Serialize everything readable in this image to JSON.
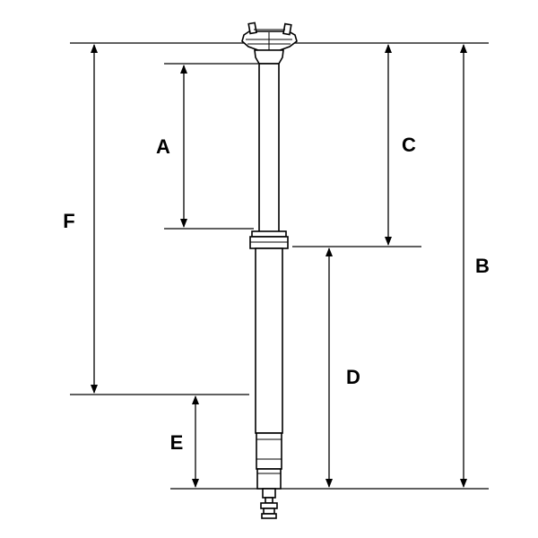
{
  "diagram": {
    "colors": {
      "line": "#000000",
      "background": "#ffffff"
    },
    "labels": {
      "A": "A",
      "B": "B",
      "C": "C",
      "D": "D",
      "E": "E",
      "F": "F"
    }
  }
}
